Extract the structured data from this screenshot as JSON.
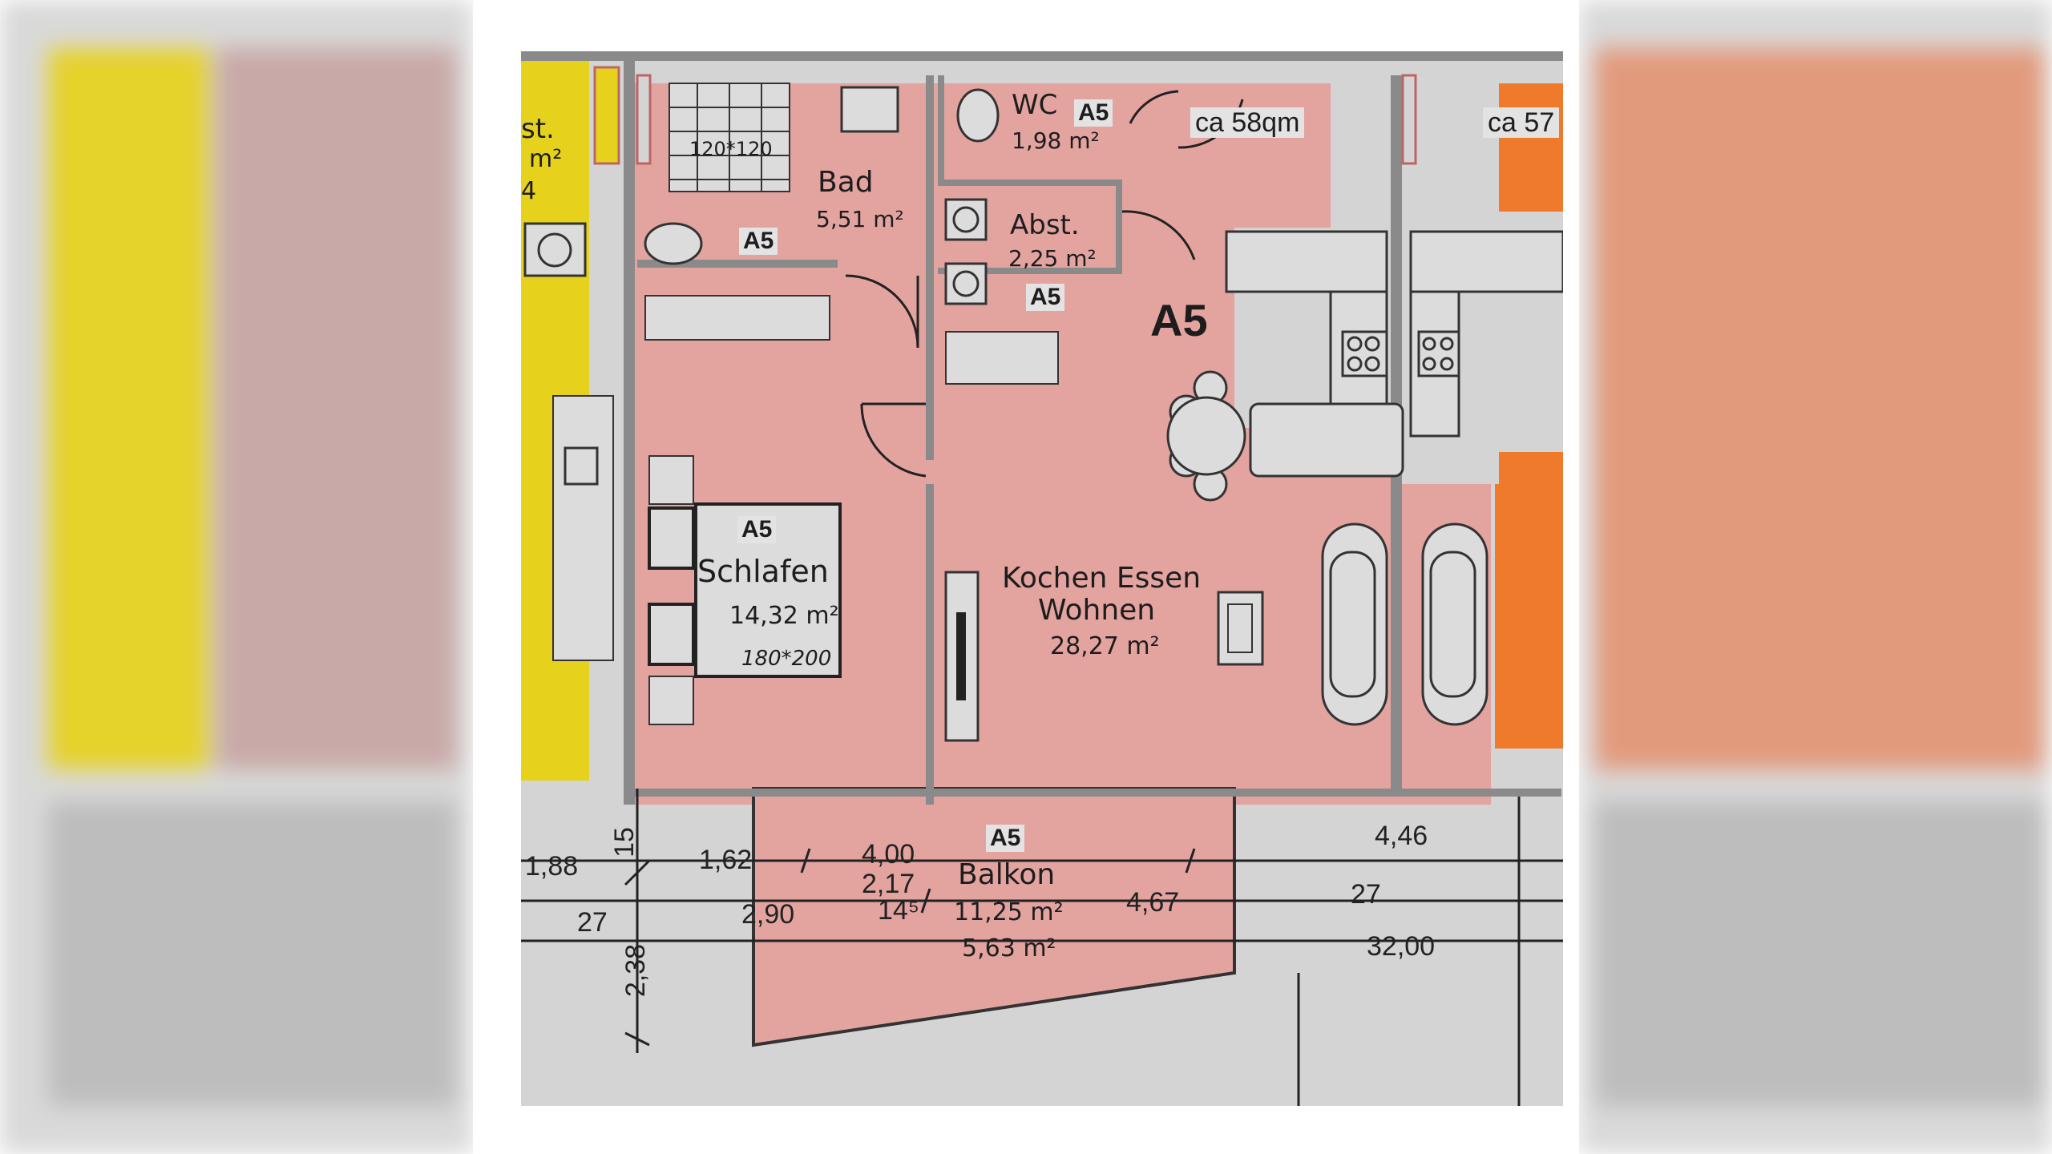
{
  "plan": {
    "unit_tag": "A5",
    "unit_heading": "A5",
    "rooms": {
      "wc": {
        "name": "WC",
        "area": "1,98 m²"
      },
      "bad": {
        "name": "Bad",
        "area": "5,51 m²",
        "shower": "120*120"
      },
      "abst": {
        "name": "Abst.",
        "area": "2,25 m²"
      },
      "schlafen": {
        "name": "Schlafen",
        "area": "14,32 m²",
        "bed": "180*200"
      },
      "kochen": {
        "line1": "Kochen Essen",
        "line2": "Wohnen",
        "area": "28,27 m²"
      },
      "balkon": {
        "name": "Balkon",
        "area1": "11,25 m²",
        "area2": "5,63 m²"
      }
    },
    "unit_sizes": [
      "ca 58qm",
      "ca 57"
    ],
    "left_fragment": {
      "t1": "st.",
      "t2": "m²",
      "t3": "4"
    },
    "dimensions": {
      "d1": "1,88",
      "d2": "15",
      "d3": "1,62",
      "d4": "4,00",
      "d5": "2,17",
      "d6": "27",
      "d7": "2,90",
      "d8": "14⁵",
      "d9": "4,67",
      "d10": "2,38",
      "d11": "4,46",
      "d12": "27",
      "d13": "32,00"
    },
    "colors": {
      "unit": "#e3a4a0",
      "yellow": "#e6d21c",
      "orange": "#ef7a2c",
      "wall": "#8a8a8a",
      "grey": "#d4d4d4"
    }
  }
}
